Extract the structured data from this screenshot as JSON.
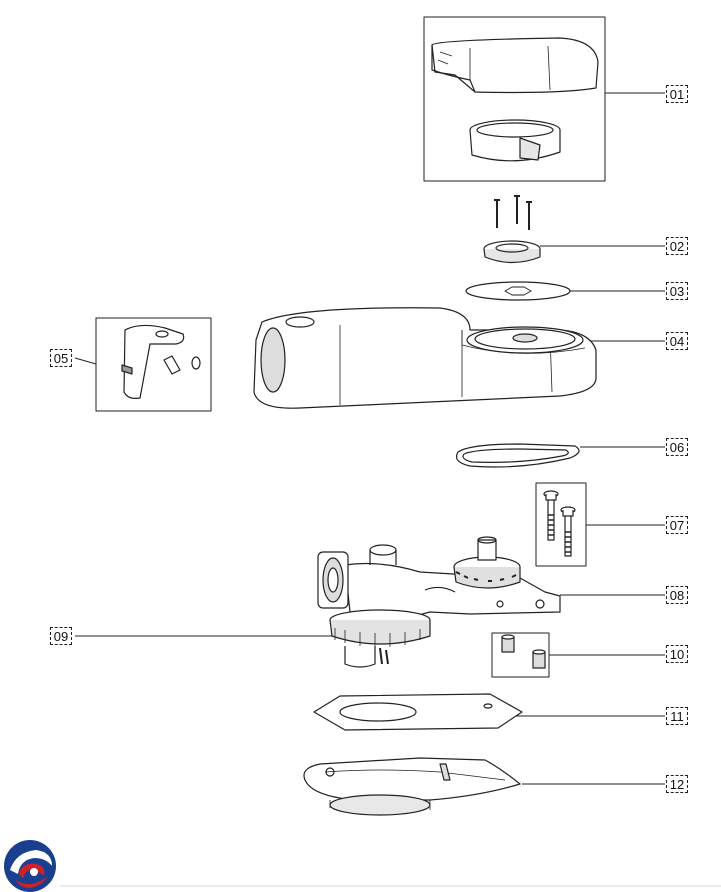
{
  "callouts": {
    "c01": "01",
    "c02": "02",
    "c03": "03",
    "c04": "04",
    "c05": "05",
    "c06": "06",
    "c07": "07",
    "c08": "08",
    "c09": "09",
    "c10": "10",
    "c11": "11",
    "c12": "12"
  },
  "colors": {
    "line": "#222222",
    "shade": "#d9d9d9",
    "logo_blue": "#1a3f8f",
    "logo_red": "#d0202a"
  },
  "icons": {
    "brand": "swirl-logo-icon"
  }
}
